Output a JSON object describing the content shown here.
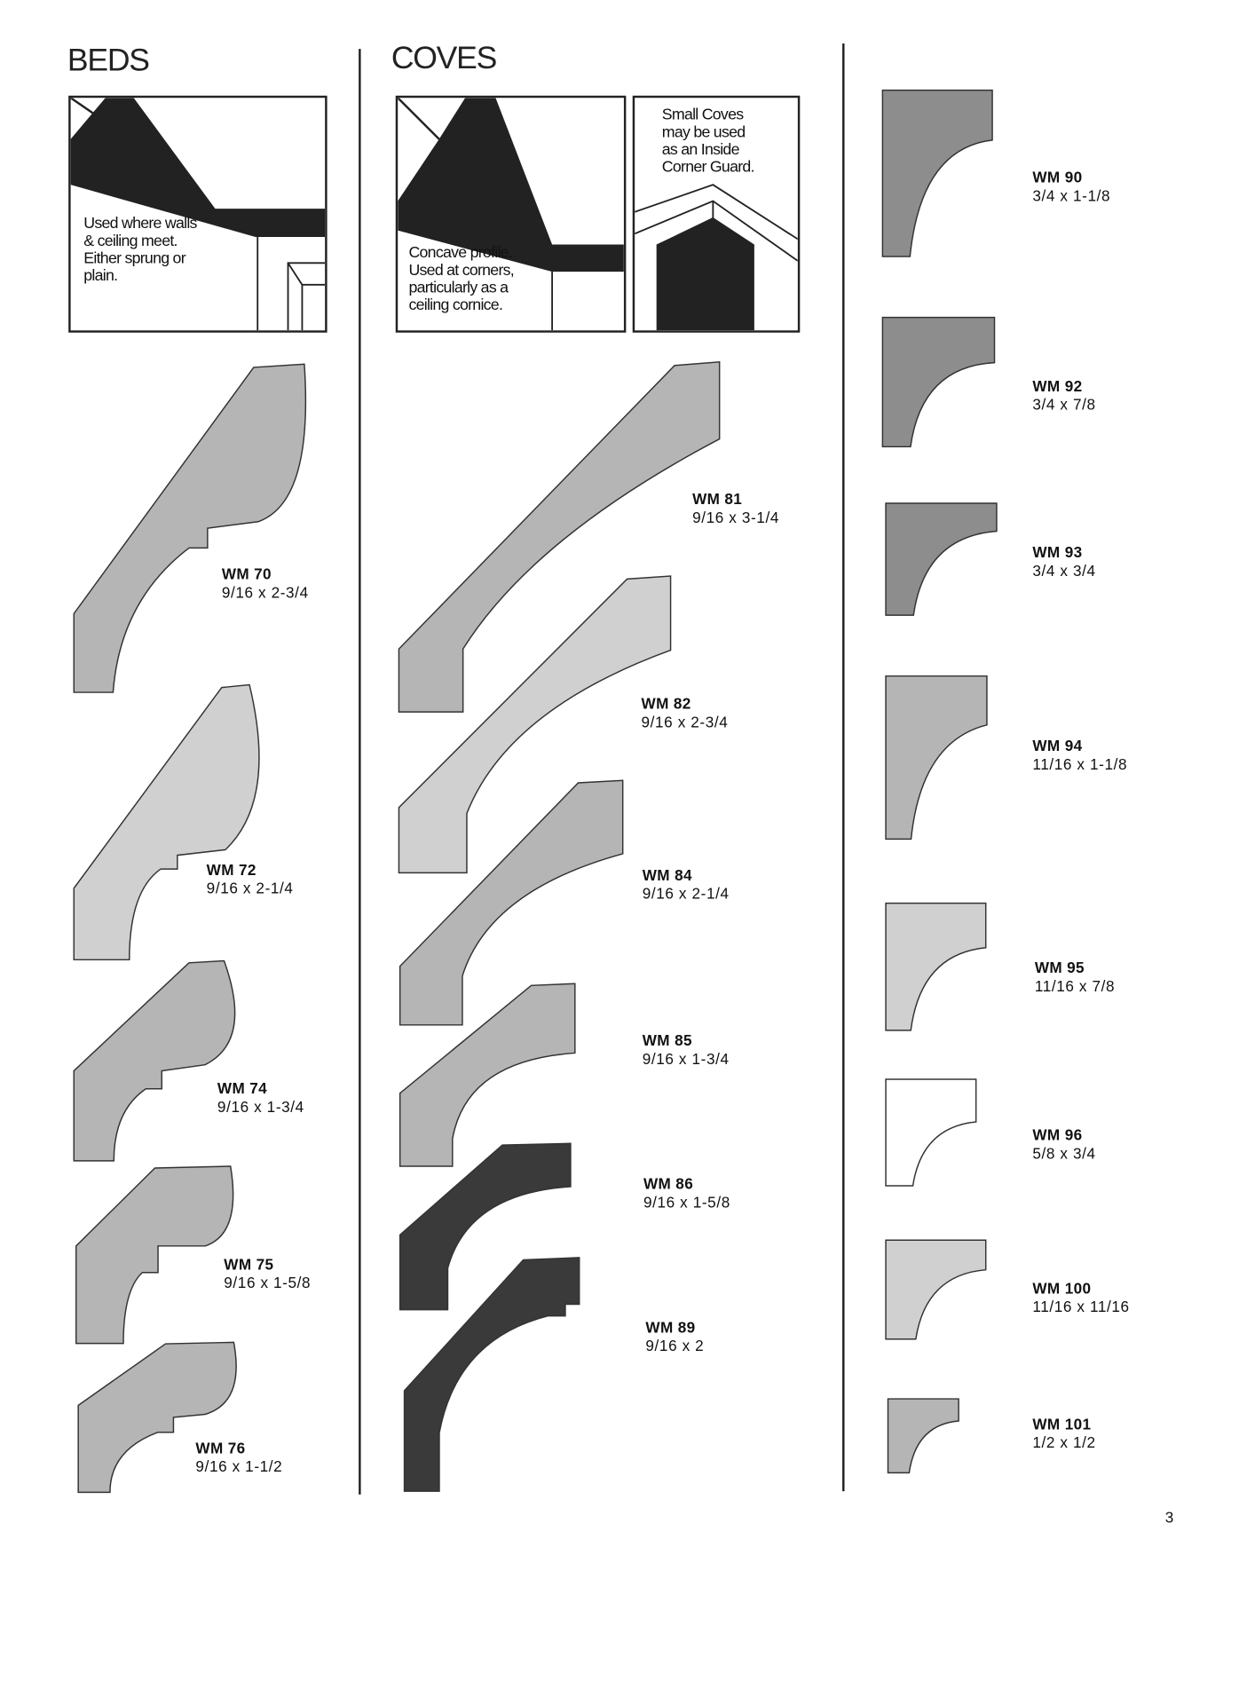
{
  "sections": {
    "beds": {
      "title": "BEDS",
      "caption": "Used where walls\n& ceiling meet.\nEither sprung or\nplain.",
      "items": [
        {
          "code": "WM 70",
          "size": "9/16 x 2-3/4"
        },
        {
          "code": "WM 72",
          "size": "9/16 x 2-1/4"
        },
        {
          "code": "WM 74",
          "size": "9/16 x 1-3/4"
        },
        {
          "code": "WM 75",
          "size": "9/16 x 1-5/8"
        },
        {
          "code": "WM 76",
          "size": "9/16 x 1-1/2"
        }
      ]
    },
    "coves": {
      "title": "COVES",
      "caption": "Concave profile.\nUsed at corners,\nparticularly as a\nceiling cornice.",
      "corner_caption": "Small Coves\nmay be used\nas an Inside\nCorner Guard.",
      "items": [
        {
          "code": "WM 81",
          "size": "9/16 x 3-1/4"
        },
        {
          "code": "WM 82",
          "size": "9/16  x 2-3/4"
        },
        {
          "code": "WM 84",
          "size": "9/16  x 2-1/4"
        },
        {
          "code": "WM 85",
          "size": "9/16 x 1-3/4"
        },
        {
          "code": "WM 86",
          "size": "9/16 x 1-5/8"
        },
        {
          "code": "WM 89",
          "size": "9/16 x 2"
        }
      ]
    },
    "small_coves": {
      "items": [
        {
          "code": "WM 90",
          "size": "3/4 x 1-1/8"
        },
        {
          "code": "WM 92",
          "size": "3/4 x 7/8"
        },
        {
          "code": "WM 93",
          "size": "3/4 x 3/4"
        },
        {
          "code": "WM 94",
          "size": "11/16 x 1-1/8"
        },
        {
          "code": "WM 95",
          "size": "11/16 x 7/8"
        },
        {
          "code": "WM 96",
          "size": "5/8 x 3/4"
        },
        {
          "code": "WM 100",
          "size": "11/16 x 11/16"
        },
        {
          "code": "WM 101",
          "size": "1/2 x 1/2"
        }
      ]
    }
  },
  "page_number": "3"
}
